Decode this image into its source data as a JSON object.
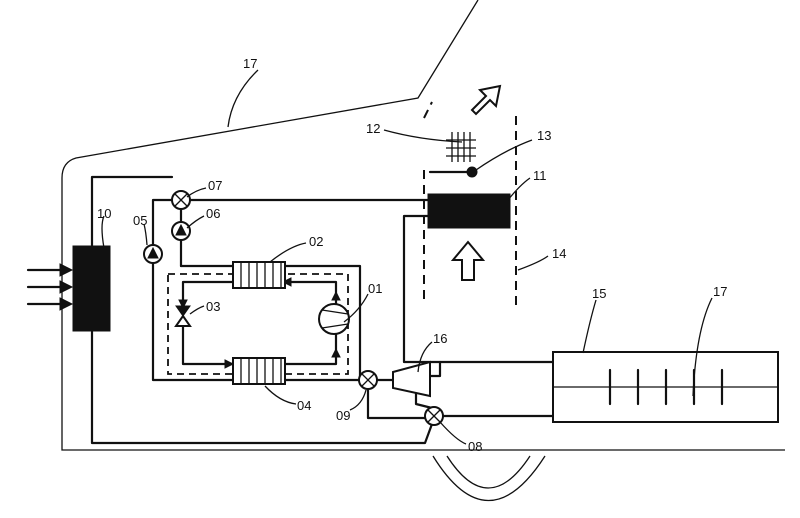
{
  "labels": {
    "l01": "01",
    "l02": "02",
    "l03": "03",
    "l04": "04",
    "l05": "05",
    "l06": "06",
    "l07": "07",
    "l08": "08",
    "l09": "09",
    "l10": "10",
    "l11": "11",
    "l12": "12",
    "l13": "13",
    "l14": "14",
    "l15": "15",
    "l16": "16",
    "l17a": "17",
    "l17b": "17"
  }
}
